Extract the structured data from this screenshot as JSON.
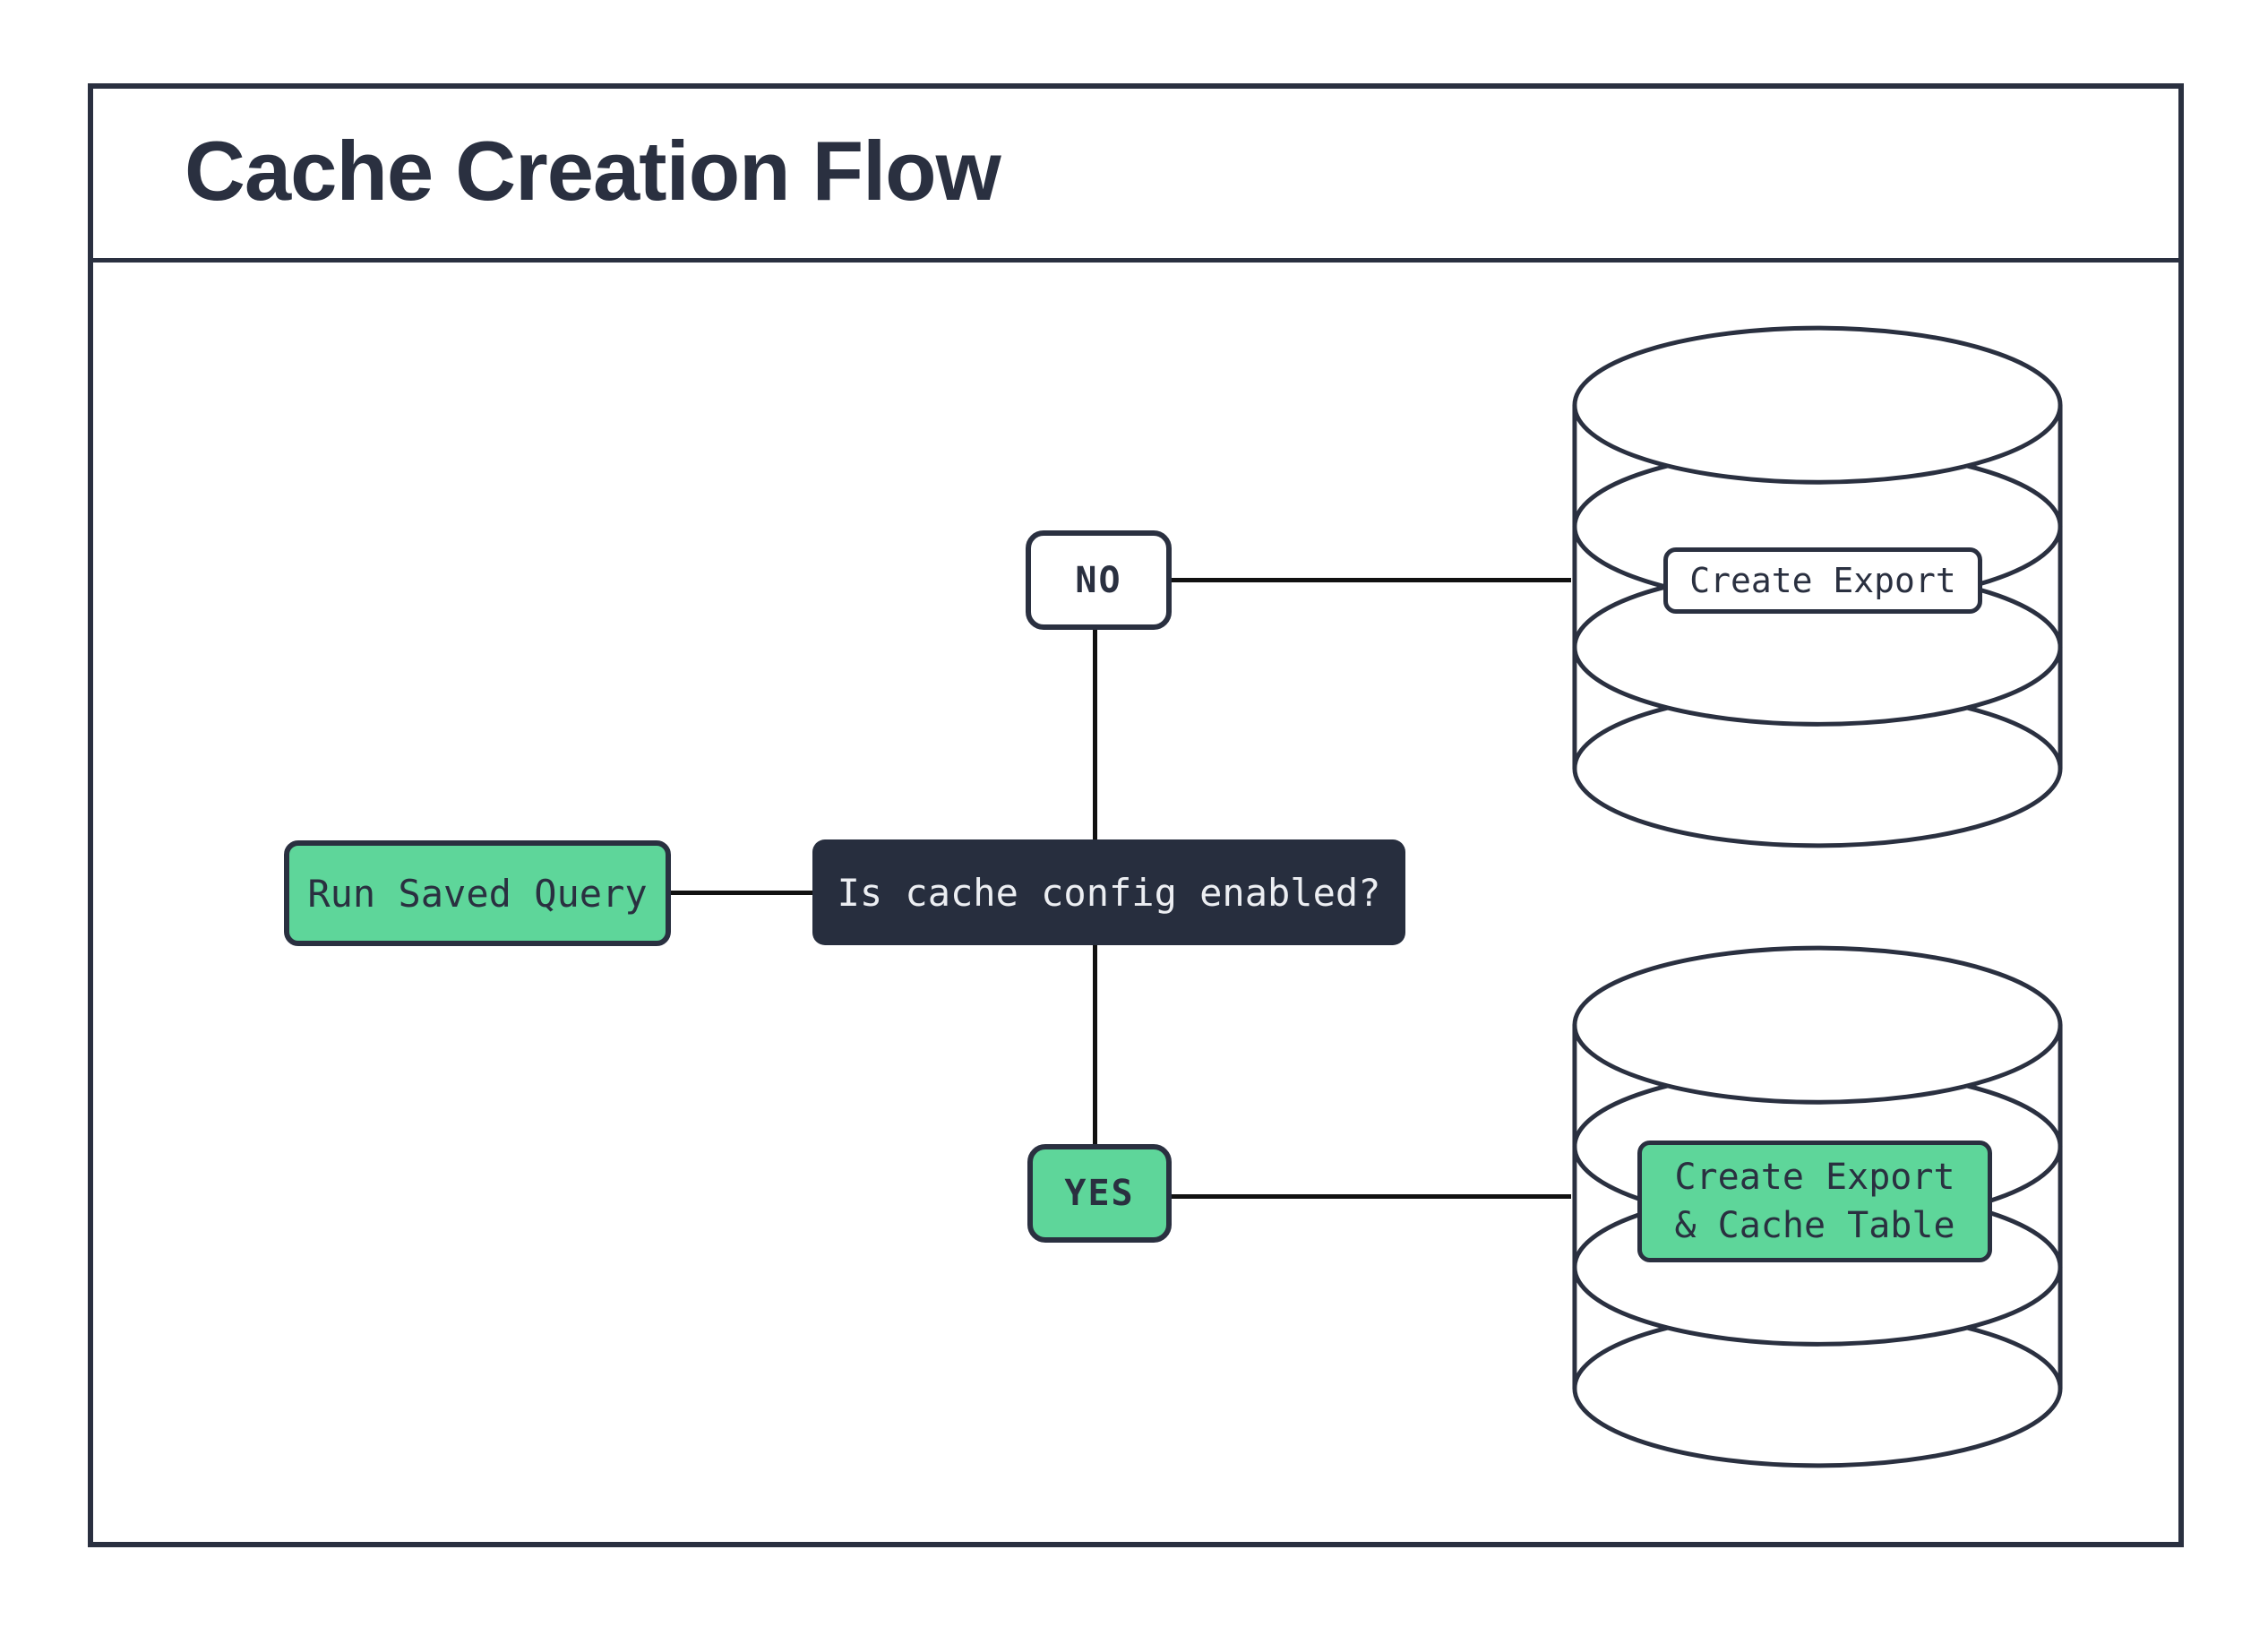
{
  "title": "Cache Creation Flow",
  "colors": {
    "ink": "#2a3040",
    "green": "#5ed69a",
    "dark-bg": "#272e3e",
    "dark-text": "#eceef2",
    "line": "#111111",
    "bg": "#ffffff"
  },
  "nodes": {
    "start": {
      "label": "Run Saved Query"
    },
    "decision": {
      "label": "Is cache config enabled?"
    },
    "branch_no": {
      "label": "NO"
    },
    "branch_yes": {
      "label": "YES"
    },
    "db_no": {
      "label": "Create Export"
    },
    "db_yes": {
      "label": "Create Export & Cache Table",
      "line1": "Create Export",
      "line2": "& Cache Table"
    }
  }
}
